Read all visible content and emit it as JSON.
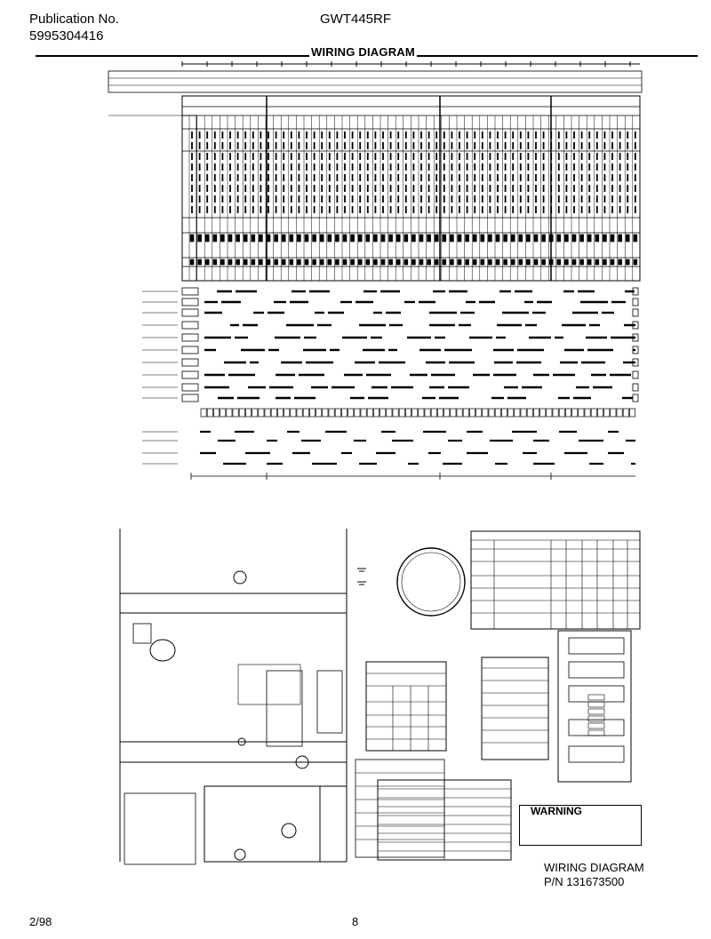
{
  "header": {
    "publication_label": "Publication No.",
    "publication_number": "5995304416",
    "model": "GWT445RF"
  },
  "diagram": {
    "title": "WIRING DIAGRAM",
    "warning_word": "WARNING"
  },
  "caption": {
    "line1": "WIRING DIAGRAM",
    "line2": "P/N 131673500"
  },
  "footer": {
    "date": "2/98",
    "page": "8"
  }
}
